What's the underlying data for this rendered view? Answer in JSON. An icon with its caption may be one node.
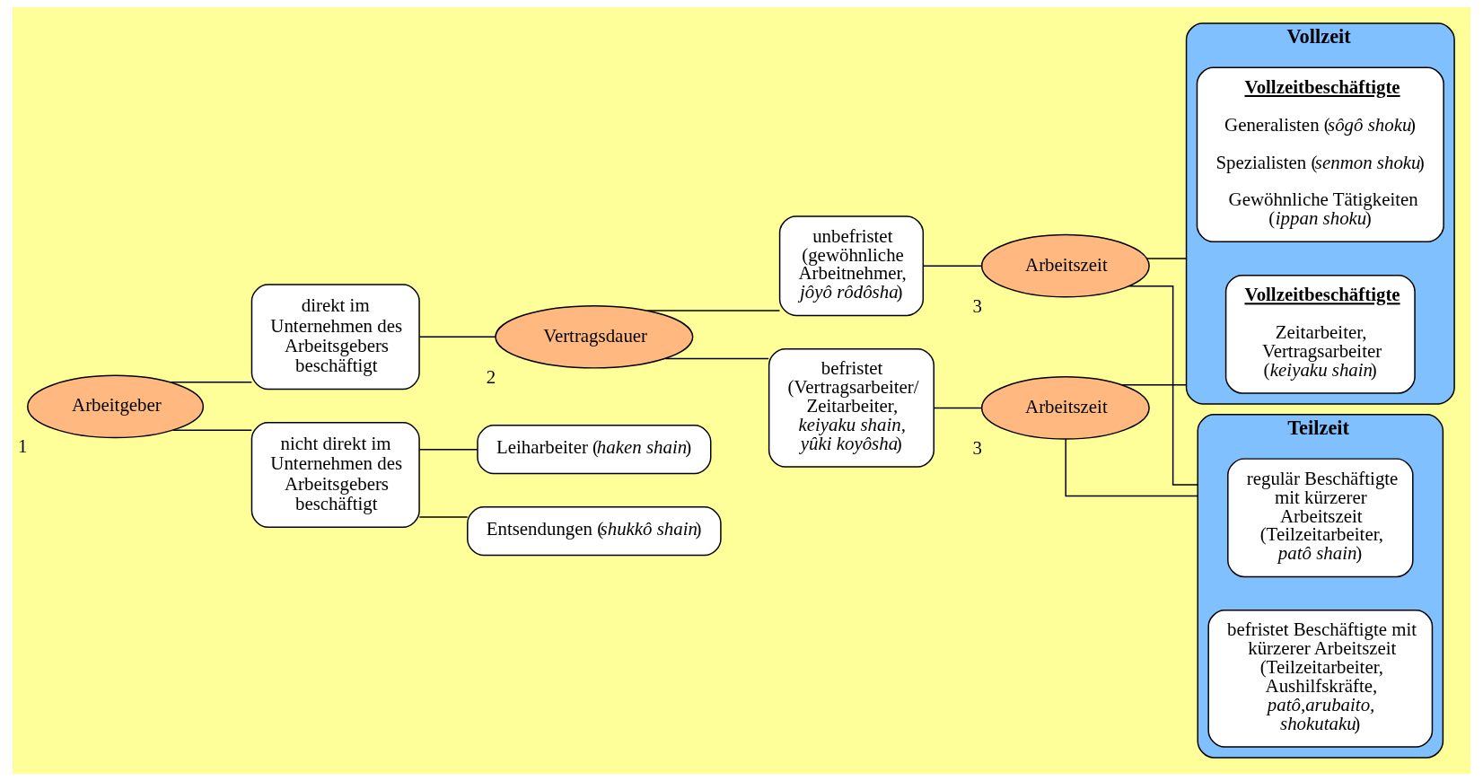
{
  "diagram": {
    "nodes": [
      {
        "text": [
          "Arbeitgeber"
        ],
        "beside": [
          "1"
        ]
      },
      {
        "text": [
          "direkt im Unternehmen des Arbeitsgebers beschäftigt"
        ]
      },
      {
        "text": [
          "nicht direkt im Unternehmen des Arbeitsgebers beschäftigt"
        ]
      },
      {
        "text": [
          "Vertragsdauer"
        ],
        "beside": [
          "2"
        ]
      },
      {
        "text": [
          "unbefristet (gewöhnliche Arbeitnehmer, *jôyô rôdôsha*)"
        ]
      },
      {
        "text": [
          "befristet (Vertragsarbeiter/ Zeitarbeiter, *keiyaku shain, yûki koyôsha*)"
        ]
      },
      {
        "text": [
          "Arbeitszeit"
        ],
        "beside": [
          "3"
        ]
      },
      {
        "text": [
          "Arbeitszeit"
        ],
        "beside": [
          "3"
        ]
      },
      {
        "text": [
          "Vollzeit"
        ]
      },
      {
        "text": [
          "Vollzeitbeschäftigte",
          "Generalisten (*sôgô shoku*)",
          "Spezialisten (*senmon shoku*)",
          "Gewöhnliche Tätigkeiten (*ippan shoku*)"
        ],
        "in": 8
      },
      {
        "text": [
          "Vollzeitbeschäftigte",
          "Zeitarbeiter, Vertragsarbeiter (*keiyaku shain*)"
        ],
        "in": 8
      },
      {
        "text": [
          "Teilzeit"
        ]
      },
      {
        "text": [
          "regulär Beschäftigte mit kürzerer Arbeitszeit (Teilzeitarbeiter, *patô shain*)"
        ],
        "in": 11
      },
      {
        "text": [
          "befristet Beschäftigte mit kürzerer Arbeitszeit (Teilzeitarbeiter, Aushilfskräfte, *patô,arubaito, shokutaku*)"
        ],
        "in": 11
      },
      {
        "text": [
          "Leiharbeiter (*haken shain*)"
        ]
      },
      {
        "text": [
          "Entsendungen (*shukkô shain*)"
        ]
      }
    ],
    "edges": [
      {
        "from": 0,
        "to": 1,
        "arrow": "none"
      },
      {
        "from": 0,
        "to": 2,
        "arrow": "none"
      },
      {
        "from": 1,
        "to": 3,
        "arrow": "none"
      },
      {
        "from": 3,
        "to": 4,
        "arrow": "none"
      },
      {
        "from": 3,
        "to": 5,
        "arrow": "none"
      },
      {
        "from": 4,
        "to": 6,
        "arrow": "none"
      },
      {
        "from": 5,
        "to": 7,
        "arrow": "none"
      },
      {
        "from": 6,
        "to": 8,
        "arrow": "none"
      },
      {
        "from": 6,
        "to": 11,
        "arrow": "none"
      },
      {
        "from": 7,
        "to": 8,
        "arrow": "none"
      },
      {
        "from": 7,
        "to": 11,
        "arrow": "none"
      },
      {
        "from": 2,
        "to": 14,
        "arrow": "none"
      },
      {
        "from": 2,
        "to": 15,
        "arrow": "none"
      }
    ]
  }
}
